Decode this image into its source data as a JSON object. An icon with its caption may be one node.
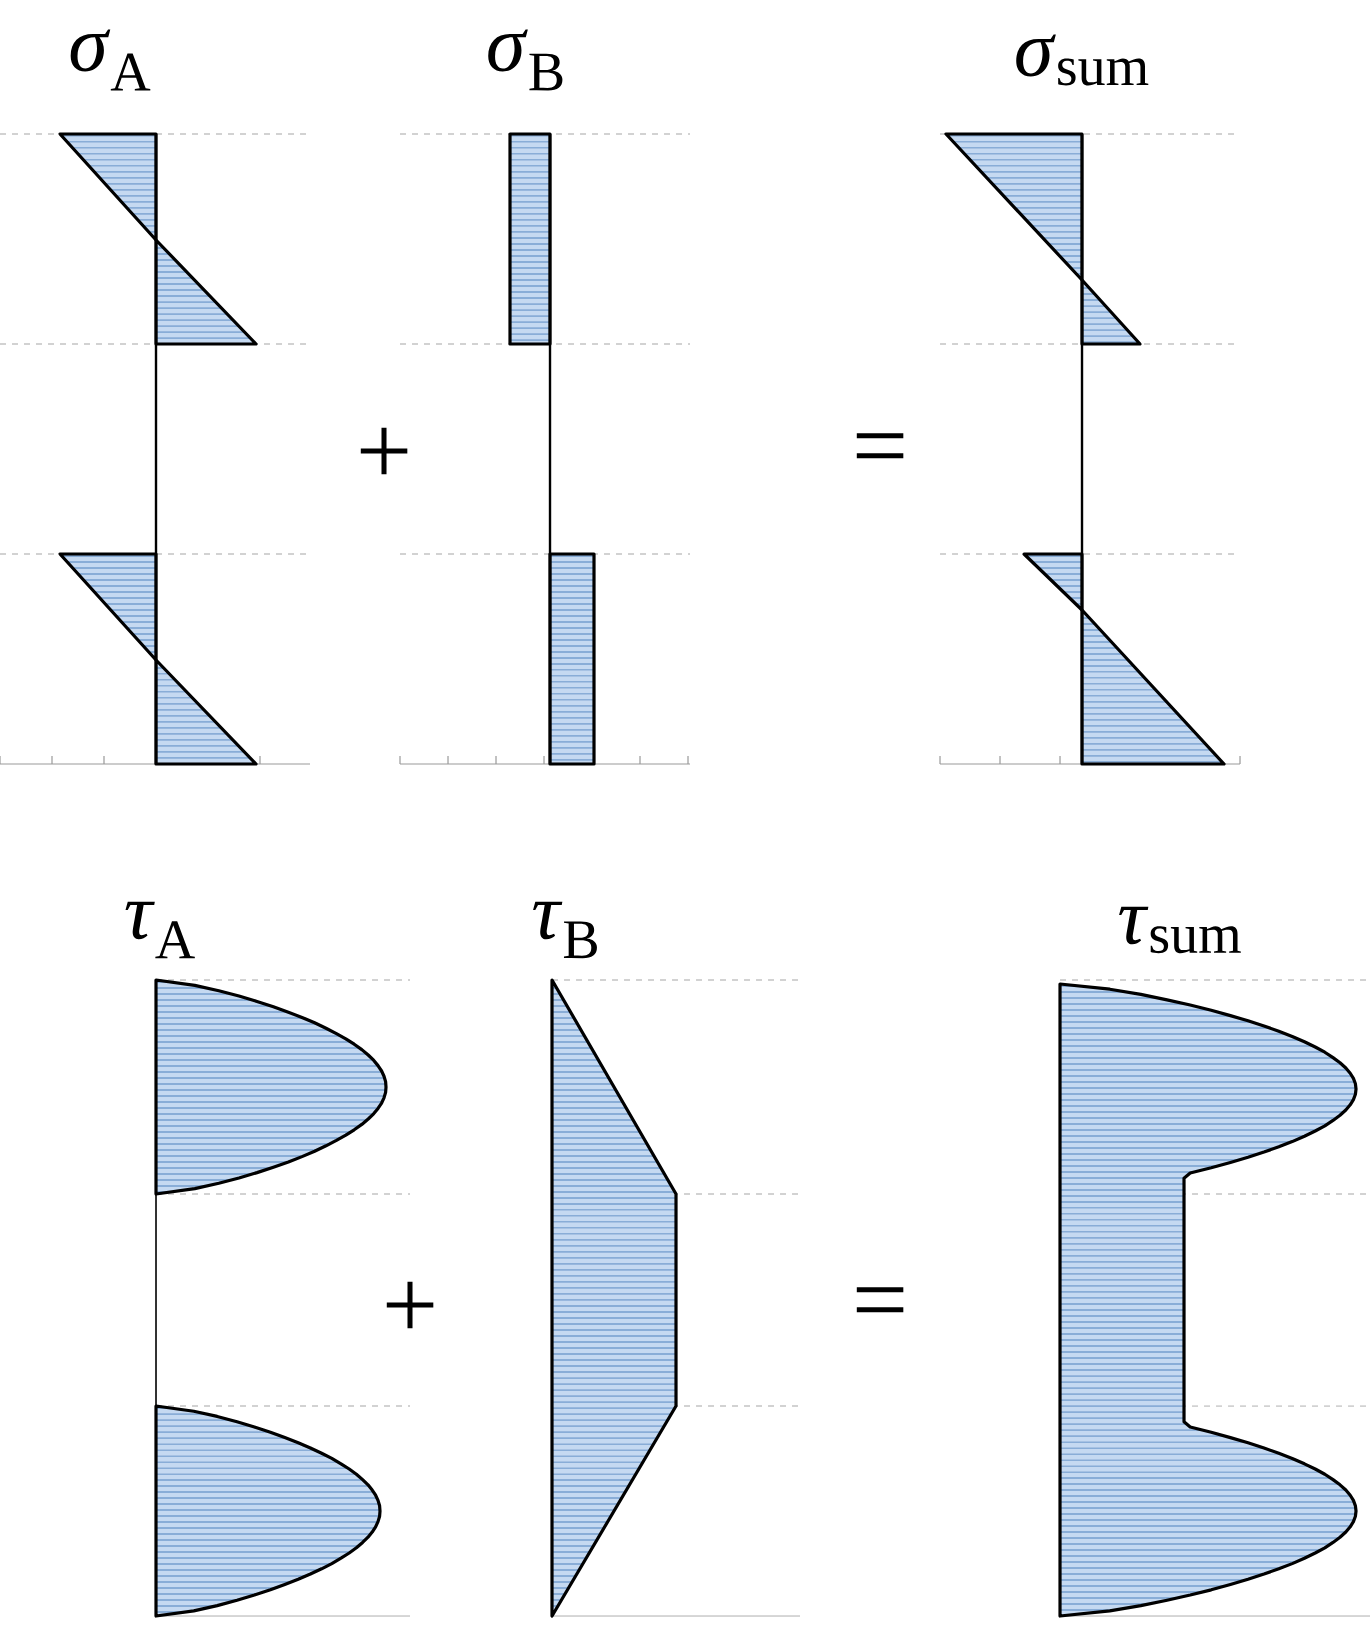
{
  "diagram": {
    "labels": [
      "*σ*$_{A}$",
      "*σ*$_{B}$",
      "*σ*$_{sum}$",
      "+",
      "=",
      "*τ*$_{A}$",
      "*τ*$_{B}$",
      "*τ*$_{sum}$",
      "+",
      "="
    ]
  }
}
